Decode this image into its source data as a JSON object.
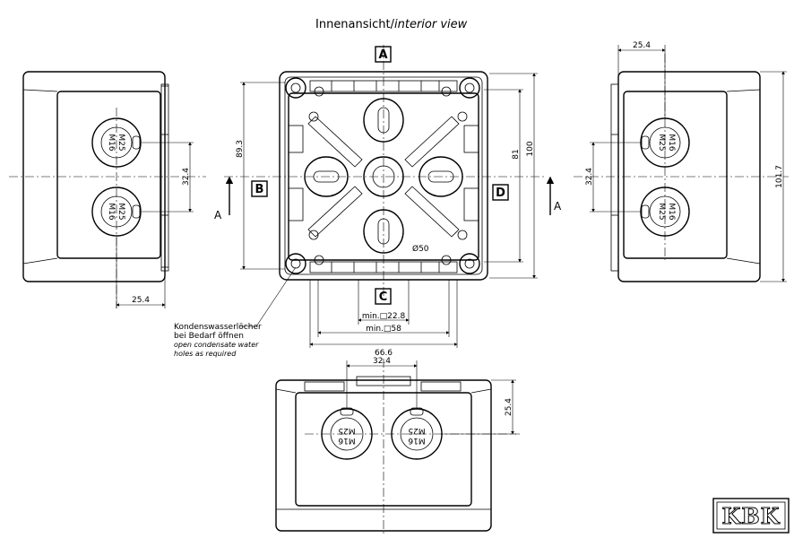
{
  "title": {
    "main": "Innenansicht/",
    "italic": "interior view"
  },
  "section_labels": {
    "A": "A",
    "B": "B",
    "C": "C",
    "D": "D"
  },
  "arrow_label": "A",
  "dimensions": {
    "d_25_4": "25.4",
    "d_32_4": "32.4",
    "d_89_3": "89.3",
    "d_81": "81",
    "d_100": "100",
    "d_101_7": "101.7",
    "d_min_22_8": "min.□22.8",
    "d_min_58": "min.□58",
    "d_66_6": "66.6"
  },
  "knockout_labels": {
    "m16": "M16",
    "m25": "M25"
  },
  "note": {
    "de_line1": "Kondenswasserlöcher",
    "de_line2": "bei Bedarf öffnen",
    "en_line1": "open condensate water",
    "en_line2": "holes as required"
  },
  "inner_mark": "Ø50",
  "logo": "KBK"
}
